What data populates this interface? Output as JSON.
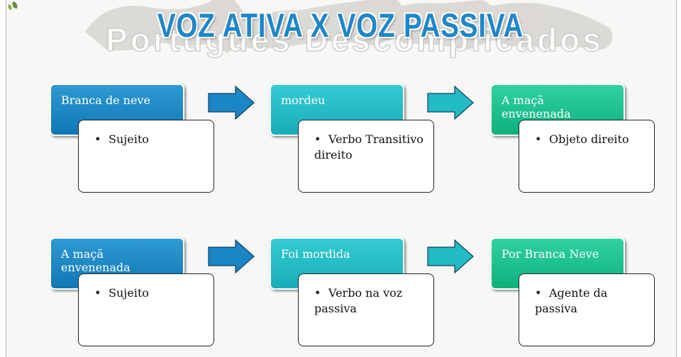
{
  "title": "VOZ ATIVA X VOZ PASSIVA",
  "watermark": "Portugues Descomplicados",
  "colors": {
    "blue": "#1a86c6",
    "teal": "#22bcc6",
    "green": "#1ec38e",
    "title": "#1f86c9"
  },
  "rows": [
    {
      "name": "voz-ativa",
      "items": [
        {
          "head": "Branca de neve",
          "detail": "Sujeito",
          "color": "blue"
        },
        {
          "head": "mordeu",
          "detail": "Verbo Transitivo direito",
          "color": "teal"
        },
        {
          "head": "A maçã envenenada",
          "detail": "Objeto direito",
          "color": "green"
        }
      ]
    },
    {
      "name": "voz-passiva",
      "items": [
        {
          "head": "A maçã envenenada",
          "detail": "Sujeito",
          "color": "blue"
        },
        {
          "head": "Foi mordida",
          "detail": "Verbo na voz passiva",
          "color": "teal"
        },
        {
          "head": "Por Branca Neve",
          "detail": "Agente da passiva",
          "color": "green"
        }
      ]
    }
  ],
  "bullet_icon": "bullet-dot-icon",
  "arrow_icon": "right-arrow-icon"
}
